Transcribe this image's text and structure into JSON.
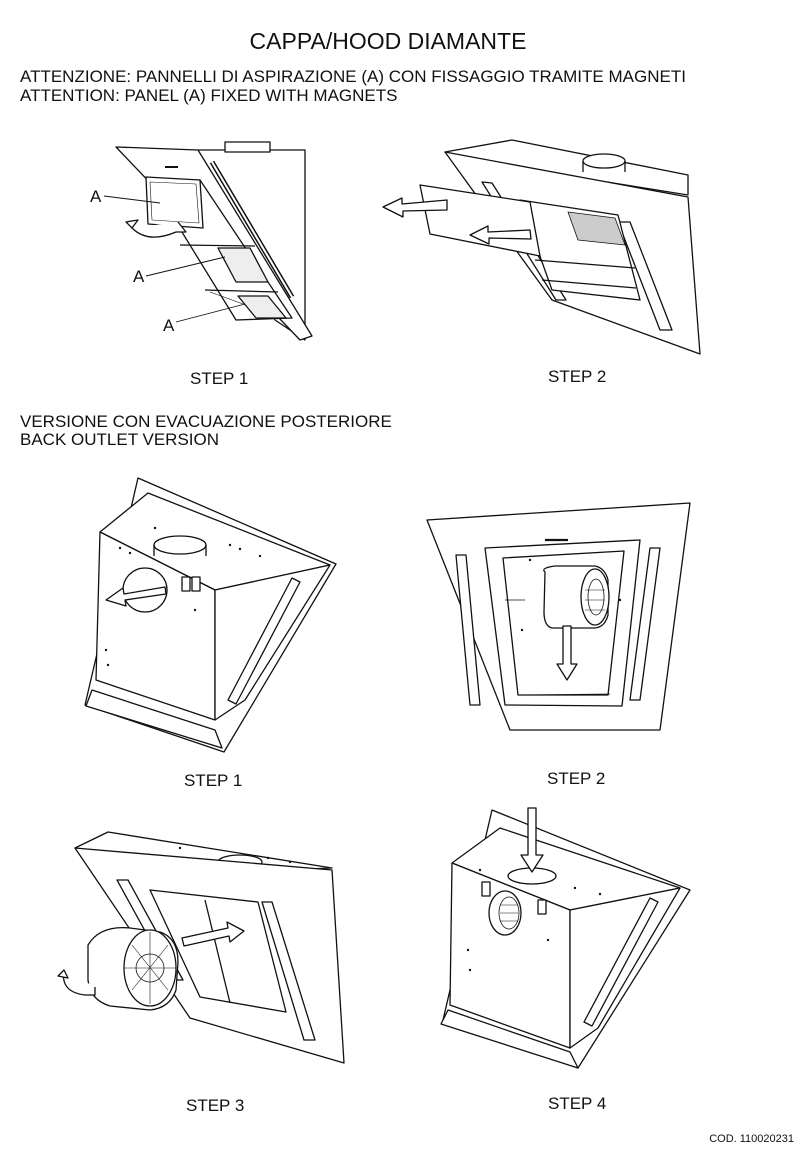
{
  "title": "CAPPA/HOOD DIAMANTE",
  "attention": {
    "line_it": "ATTENZIONE: PANNELLI DI ASPIRAZIONE (A) CON FISSAGGIO TRAMITE MAGNETI",
    "line_en": "ATTENTION: PANEL (A) FIXED WITH MAGNETS"
  },
  "section1": {
    "panel_label": "A",
    "steps": [
      "STEP 1",
      "STEP 2"
    ]
  },
  "section2": {
    "heading_it": "VERSIONE CON EVACUAZIONE POSTERIORE",
    "heading_en": "BACK OUTLET VERSION",
    "steps": [
      "STEP 1",
      "STEP 2",
      "STEP 3",
      "STEP 4"
    ]
  },
  "code": "COD. 110020231"
}
